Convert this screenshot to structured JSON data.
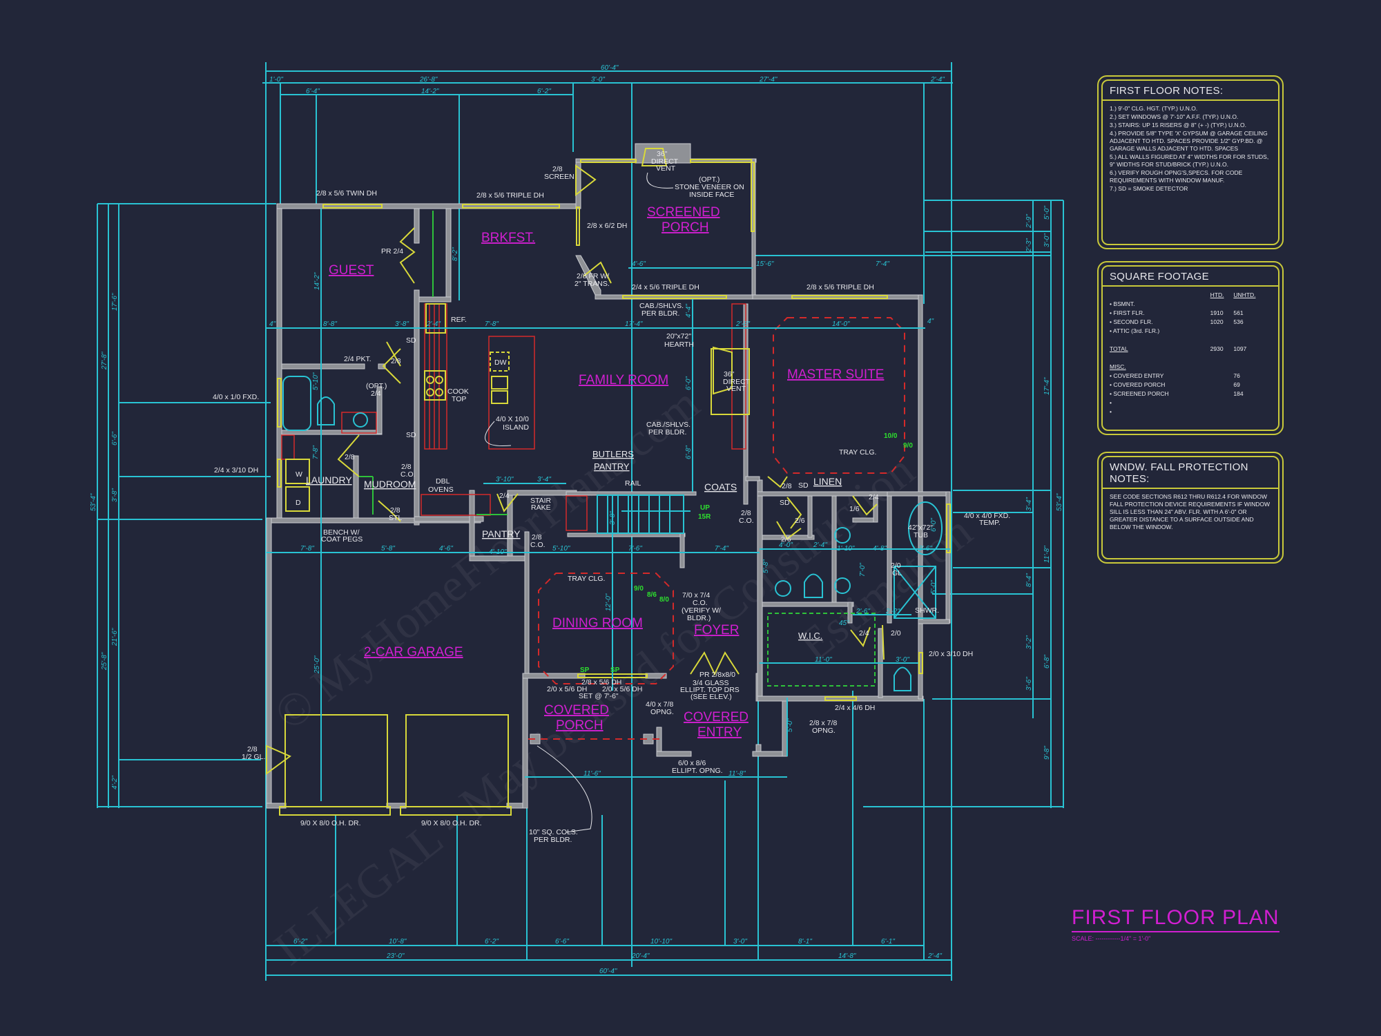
{
  "drawing": {
    "title": "FIRST FLOOR PLAN",
    "scale_label": "SCALE:",
    "scale_value": "------------1/4\" = 1'-0\"",
    "colors": {
      "background": "#222639",
      "dimension": "#29c3d3",
      "room_label": "#d11fd1",
      "window_door": "#d9d93a",
      "wall": "#8f9196",
      "ceiling": "#d42a2a",
      "header": "#2ee02e",
      "text": "#e8e8ec"
    }
  },
  "rooms": {
    "guest": "GUEST",
    "brkfst": "BRKFST.",
    "screened_porch_1": "SCREENED",
    "screened_porch_2": "PORCH",
    "family_room": "FAMILY ROOM",
    "master_suite": "MASTER SUITE",
    "laundry": "LAUNDRY",
    "mudroom": "MUDROOM",
    "pantry": "PANTRY",
    "butlers_pantry_1": "BUTLERS",
    "butlers_pantry_2": "PANTRY",
    "dining_room": "DINING ROOM",
    "foyer": "FOYER",
    "garage": "2-CAR GARAGE",
    "covered_porch_1": "COVERED",
    "covered_porch_2": "PORCH",
    "covered_entry_1": "COVERED",
    "covered_entry_2": "ENTRY",
    "wic": "W.I.C.",
    "linen": "LINEN",
    "shwr": "SHWR.",
    "coats": "COATS"
  },
  "dimensions": {
    "top": {
      "overall": "60'-4\"",
      "row2": [
        "1'-0\"",
        "26'-8\"",
        "3'-0\"",
        "27'-4\"",
        "2'-4\""
      ],
      "row3": [
        "6'-4\"",
        "14'-2\"",
        "6'-2\""
      ]
    },
    "bottom": {
      "row1": [
        "6'-2\"",
        "10'-8\"",
        "6'-2\"",
        "6'-6\"",
        "10'-10\"",
        "3'-0\"",
        "8'-1\"",
        "6'-1\""
      ],
      "row2": [
        "23'-0\"",
        "20'-4\"",
        "14'-8\"",
        "2'-4\""
      ],
      "overall": "60'-4\""
    },
    "left": {
      "overall": "53'-4\"",
      "upper": "27'-8\"",
      "lower": "25'-8\"",
      "segments": [
        "17'-6\"",
        "6'-6\"",
        "3'-8\"",
        "21'-6\"",
        "4'-2\""
      ]
    },
    "right": {
      "overall": "53'-4\"",
      "segments_outer": [
        "5'-0\"",
        "3'-0\"",
        "17'-4\"",
        "11'-8\"",
        "6'-8\"",
        "9'-8\""
      ],
      "segments_inner": [
        "2'-9\"",
        "2'-3\"",
        "3'-4\"",
        "8'-4\"",
        "3'-2\"",
        "3'-6\""
      ]
    },
    "interior": {
      "guest_h": "14'-2\"",
      "brkfst_h": "8'-2\"",
      "row_a": [
        "4\"",
        "8'-8\"",
        "3'-8\"",
        "2'-4\"",
        "7'-8\"",
        "17'-4\"",
        "2'-8\""
      ],
      "porch": [
        "4'-6\"",
        "15'-6\"",
        "7'-4\""
      ],
      "master_w": "14'-0\"",
      "master_4": "4\"",
      "fam_v": [
        "4'-4\"",
        "6'-0\"",
        "6'-8\""
      ],
      "bp": [
        "3'-10\"",
        "3'-4\""
      ],
      "row_b": [
        "7'-8\"",
        "5'-8\"",
        "4'-6\"",
        "4'-10\"",
        "5'-10\"",
        "7'-6\"",
        "7'-4\""
      ],
      "stair": "3'-8\"",
      "dining_v": "12'-0\"",
      "garage_v": "25'-0\"",
      "laundry_v": [
        "5'-10\"",
        "7'-8\""
      ],
      "bath": [
        "4'-0\"",
        "2'-4\"",
        "1'-10\"",
        "4'-8\"",
        "3'-6\"",
        "5'-8\"",
        "7'-0\"",
        "2'-6\"",
        "2'-2\"",
        "11'-0\"",
        "3'-0\"",
        "6'-0\"",
        "5'-0\""
      ],
      "porch_bot": [
        "11'-6\"",
        "11'-8\""
      ],
      "entry_v": "5'-0\""
    }
  },
  "labels": {
    "twin_dh": "2/8 x 5/6 TWIN DH",
    "triple_dh_brk": "2/8 x 5/6 TRIPLE DH",
    "screen_door_1": "2/8",
    "screen_door_2": "SCREEN",
    "direct_vent_top_1": "36\"",
    "direct_vent_top_2": "DIRECT",
    "direct_vent_top_3": "VENT",
    "stone_1": "(OPT.)",
    "stone_2": "STONE VENEER ON",
    "stone_3": "INSIDE FACE",
    "dh_62": "2/8 x 6/2 DH",
    "fr_trans_1": "2/8 FR W/",
    "fr_trans_2": "2\" TRANS.",
    "triple_dh_fam": "2/4 x 5/6 TRIPLE DH",
    "triple_dh_master": "2/8 x 5/6 TRIPLE DH",
    "pr24": "PR 2/4",
    "ref": "REF.",
    "cab1_1": "CAB./SHLVS.",
    "cab1_2": "PER BLDR.",
    "hearth_1": "20\"x72\"",
    "hearth_2": "HEARTH",
    "dv_1": "36\"",
    "dv_2": "DIRECT",
    "dv_3": "VENT",
    "cab2_1": "CAB./SHLVS.",
    "cab2_2": "PER BLDR.",
    "pkt": "2/4 PKT.",
    "d28a": "2/8",
    "opt24_1": "(OPT.)",
    "opt24_2": "2/4",
    "dw": "DW",
    "cook_1": "COOK",
    "cook_2": "TOP",
    "island_1": "4/0 X 10/0",
    "island_2": "ISLAND",
    "fxd_left": "4/0 x 1/0 FXD.",
    "dh_left": "2/4 x 3/10 DH",
    "d28b": "2/8",
    "co1_1": "2/8",
    "co1_2": "C.O.",
    "ovens_1": "DBL",
    "ovens_2": "OVENS",
    "rail": "RAIL",
    "d24p": "2/4",
    "stair_1": "STAIR",
    "stair_2": "RAKE",
    "up_1": "UP",
    "up_2": "15R",
    "co2_1": "2/8",
    "co2_2": "C.O.",
    "stl_1": "2/8",
    "stl_2": "STL",
    "bench_1": "BENCH W/",
    "bench_2": "COAT PEGS",
    "co3_1": "2/8",
    "co3_2": "C.O.",
    "tray_master": "TRAY CLG.",
    "tray_dining": "TRAY CLG.",
    "sd": "SD",
    "w": "W",
    "d": "D",
    "m28": "2/8",
    "m26a": "2/6",
    "m26b": "2/6",
    "m24a": "2/4",
    "m16": "1/6",
    "tub_1": "42\"x72\"",
    "tub_2": "TUB",
    "fxd_right_1": "4/0 x 4/0 FXD.",
    "fxd_right_2": "TEMP.",
    "gl_1": "2/0",
    "gl_2": "GL",
    "m24b": "2/4",
    "m20": "2/0",
    "dh_right": "2/0 x 3/10 DH",
    "dh_bath": "2/4 x 4/6 DH",
    "co7_1": "7/0 x 7/4",
    "co7_2": "C.O.",
    "co7_3": "(VERIFY W/",
    "co7_4": "BLDR.)",
    "pr_door": "PR 2/8x8/0",
    "glass_1": "3/4 GLASS",
    "glass_2": "ELLIPT. TOP DRS",
    "glass_3": "(SEE ELEV.)",
    "opng47_1": "4/0 x 7/8",
    "opng47_2": "OPNG.",
    "opng27_1": "2/8 x 7/8",
    "opng27_2": "OPNG.",
    "ellipt_1": "6/0 x 8/6",
    "ellipt_2": "ELLIPT. OPNG.",
    "porch_dh_1": "2/8 x 5/6 DH",
    "porch_dh_2": "2/0 x 5/6 DH",
    "porch_dh_3": "2/0 x 5/6 DH",
    "porch_dh_4": "SET @ 7'-6\"",
    "cols_1": "10\" SQ. COLS.",
    "cols_2": "PER BLDR.",
    "gl_door_1": "2/8",
    "gl_door_2": "1/2 GL.",
    "oh_dr_1": "9/0 X 8/0 O.H. DR.",
    "oh_dr_2": "9/0 X 8/0 O.H. DR.",
    "sp": "SP",
    "hdr_master_1": "10/0",
    "hdr_master_2": "9/0",
    "hdr_dining_1": "9/0",
    "hdr_dining_2": "8/6",
    "hdr_dining_3": "8/0",
    "ang": "45°"
  },
  "notes": {
    "first_floor": {
      "title": "FIRST FLOOR NOTES:",
      "items": [
        "1.) 9'-0\"  CLG. HGT. (TYP.) U.N.O.",
        "2.) SET WINDOWS @ 7'-10\" A.F.F. (TYP.) U.N.O.",
        "3.) STAIRS: UP 15 RISERS @ 8\" (+ -) (TYP.) U.N.O.",
        "4.) PROVIDE 5/8\" TYPE 'X' GYPSUM @ GARAGE CEILING ADJACENT TO HTD. SPACES PROVIDE 1/2\" GYP.BD. @ GARAGE WALLS ADJACENT TO HTD. SPACES",
        "5.) ALL WALLS FIGURED AT 4\" WIDTHS FOR FOR STUDS, 9\" WIDTHS FOR STUD/BRICK (TYP.) U.N.O.",
        "6.) VERIFY ROUGH OPNG'S,SPECS. FOR CODE REQUIREMENTS WITH WINDOW MANUF.",
        "7.) SD = SMOKE DETECTOR"
      ]
    },
    "square_footage": {
      "title": "SQUARE FOOTAGE",
      "col_htd": "HTD.",
      "col_unhtd": "UNHTD.",
      "rows": [
        {
          "label": "• BSMNT.",
          "htd": "",
          "unhtd": ""
        },
        {
          "label": "• FIRST FLR.",
          "htd": "1910",
          "unhtd": "561"
        },
        {
          "label": "• SECOND FLR.",
          "htd": "1020",
          "unhtd": "536"
        },
        {
          "label": "• ATTIC (3rd. FLR.)",
          "htd": "",
          "unhtd": ""
        }
      ],
      "total": {
        "label": "TOTAL",
        "htd": "2930",
        "unhtd": "1097"
      },
      "misc_title": "MISC.",
      "misc": [
        {
          "label": "• COVERED ENTRY",
          "value": "76"
        },
        {
          "label": "• COVERED PORCH",
          "value": "69"
        },
        {
          "label": "• SCREENED PORCH",
          "value": "184"
        },
        {
          "label": "•",
          "value": ""
        },
        {
          "label": "•",
          "value": ""
        }
      ]
    },
    "fall_protection": {
      "title": "WNDW. FALL PROTECTION NOTES:",
      "text": "SEE CODE SECTIONS R612 THRU R612.4 FOR WINDOW FALL PROTECTION DEVICE REQUIREMENTS IF WINDOW SILL IS LESS THAN 24\" ABV. FLR. WITH A 6'-0\" OR GREATER DISTANCE TO A SURFACE OUTSIDE AND BELOW THE WINDOW."
    }
  },
  "watermark": {
    "line1": "© MyHomeFloorPlans.com",
    "line2": "ILLEGAL - May be used for Construction",
    "line3": "Estimation"
  }
}
